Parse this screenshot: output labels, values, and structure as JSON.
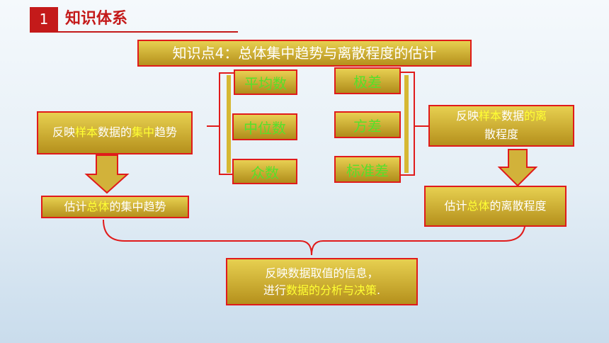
{
  "header": {
    "number": "1",
    "title": "知识体系"
  },
  "title_box": "知识点4：总体集中趋势与离散程度的估计",
  "central_measures": [
    "平均数",
    "中位数",
    "众数"
  ],
  "dispersion_measures": [
    "极差",
    "方差",
    "标准差"
  ],
  "left_top_box": {
    "t1": "反映",
    "t2": "样本",
    "t3": "数据的",
    "t4": "集中",
    "t5": "趋势"
  },
  "left_bottom_box": {
    "t1": "估计",
    "t2": "总体",
    "t3": "的集中趋势"
  },
  "right_top_box": {
    "t1": "反映",
    "t2": "样本",
    "t3": "数据",
    "t4": "的离",
    "t5": "散程度"
  },
  "right_bottom_box": {
    "t1": "估计",
    "t2": "总体",
    "t3": "的离散程",
    "t4": "度"
  },
  "bottom_box": {
    "line1": "反映数据取值的信息，",
    "line2_a": "进行",
    "line2_b": "数据的分析与决策",
    "line2_c": "."
  },
  "colors": {
    "accent": "#c41a1a",
    "box_border": "#e01b1b",
    "highlight_text": "#ffff33",
    "measure_text": "#56e02a"
  }
}
